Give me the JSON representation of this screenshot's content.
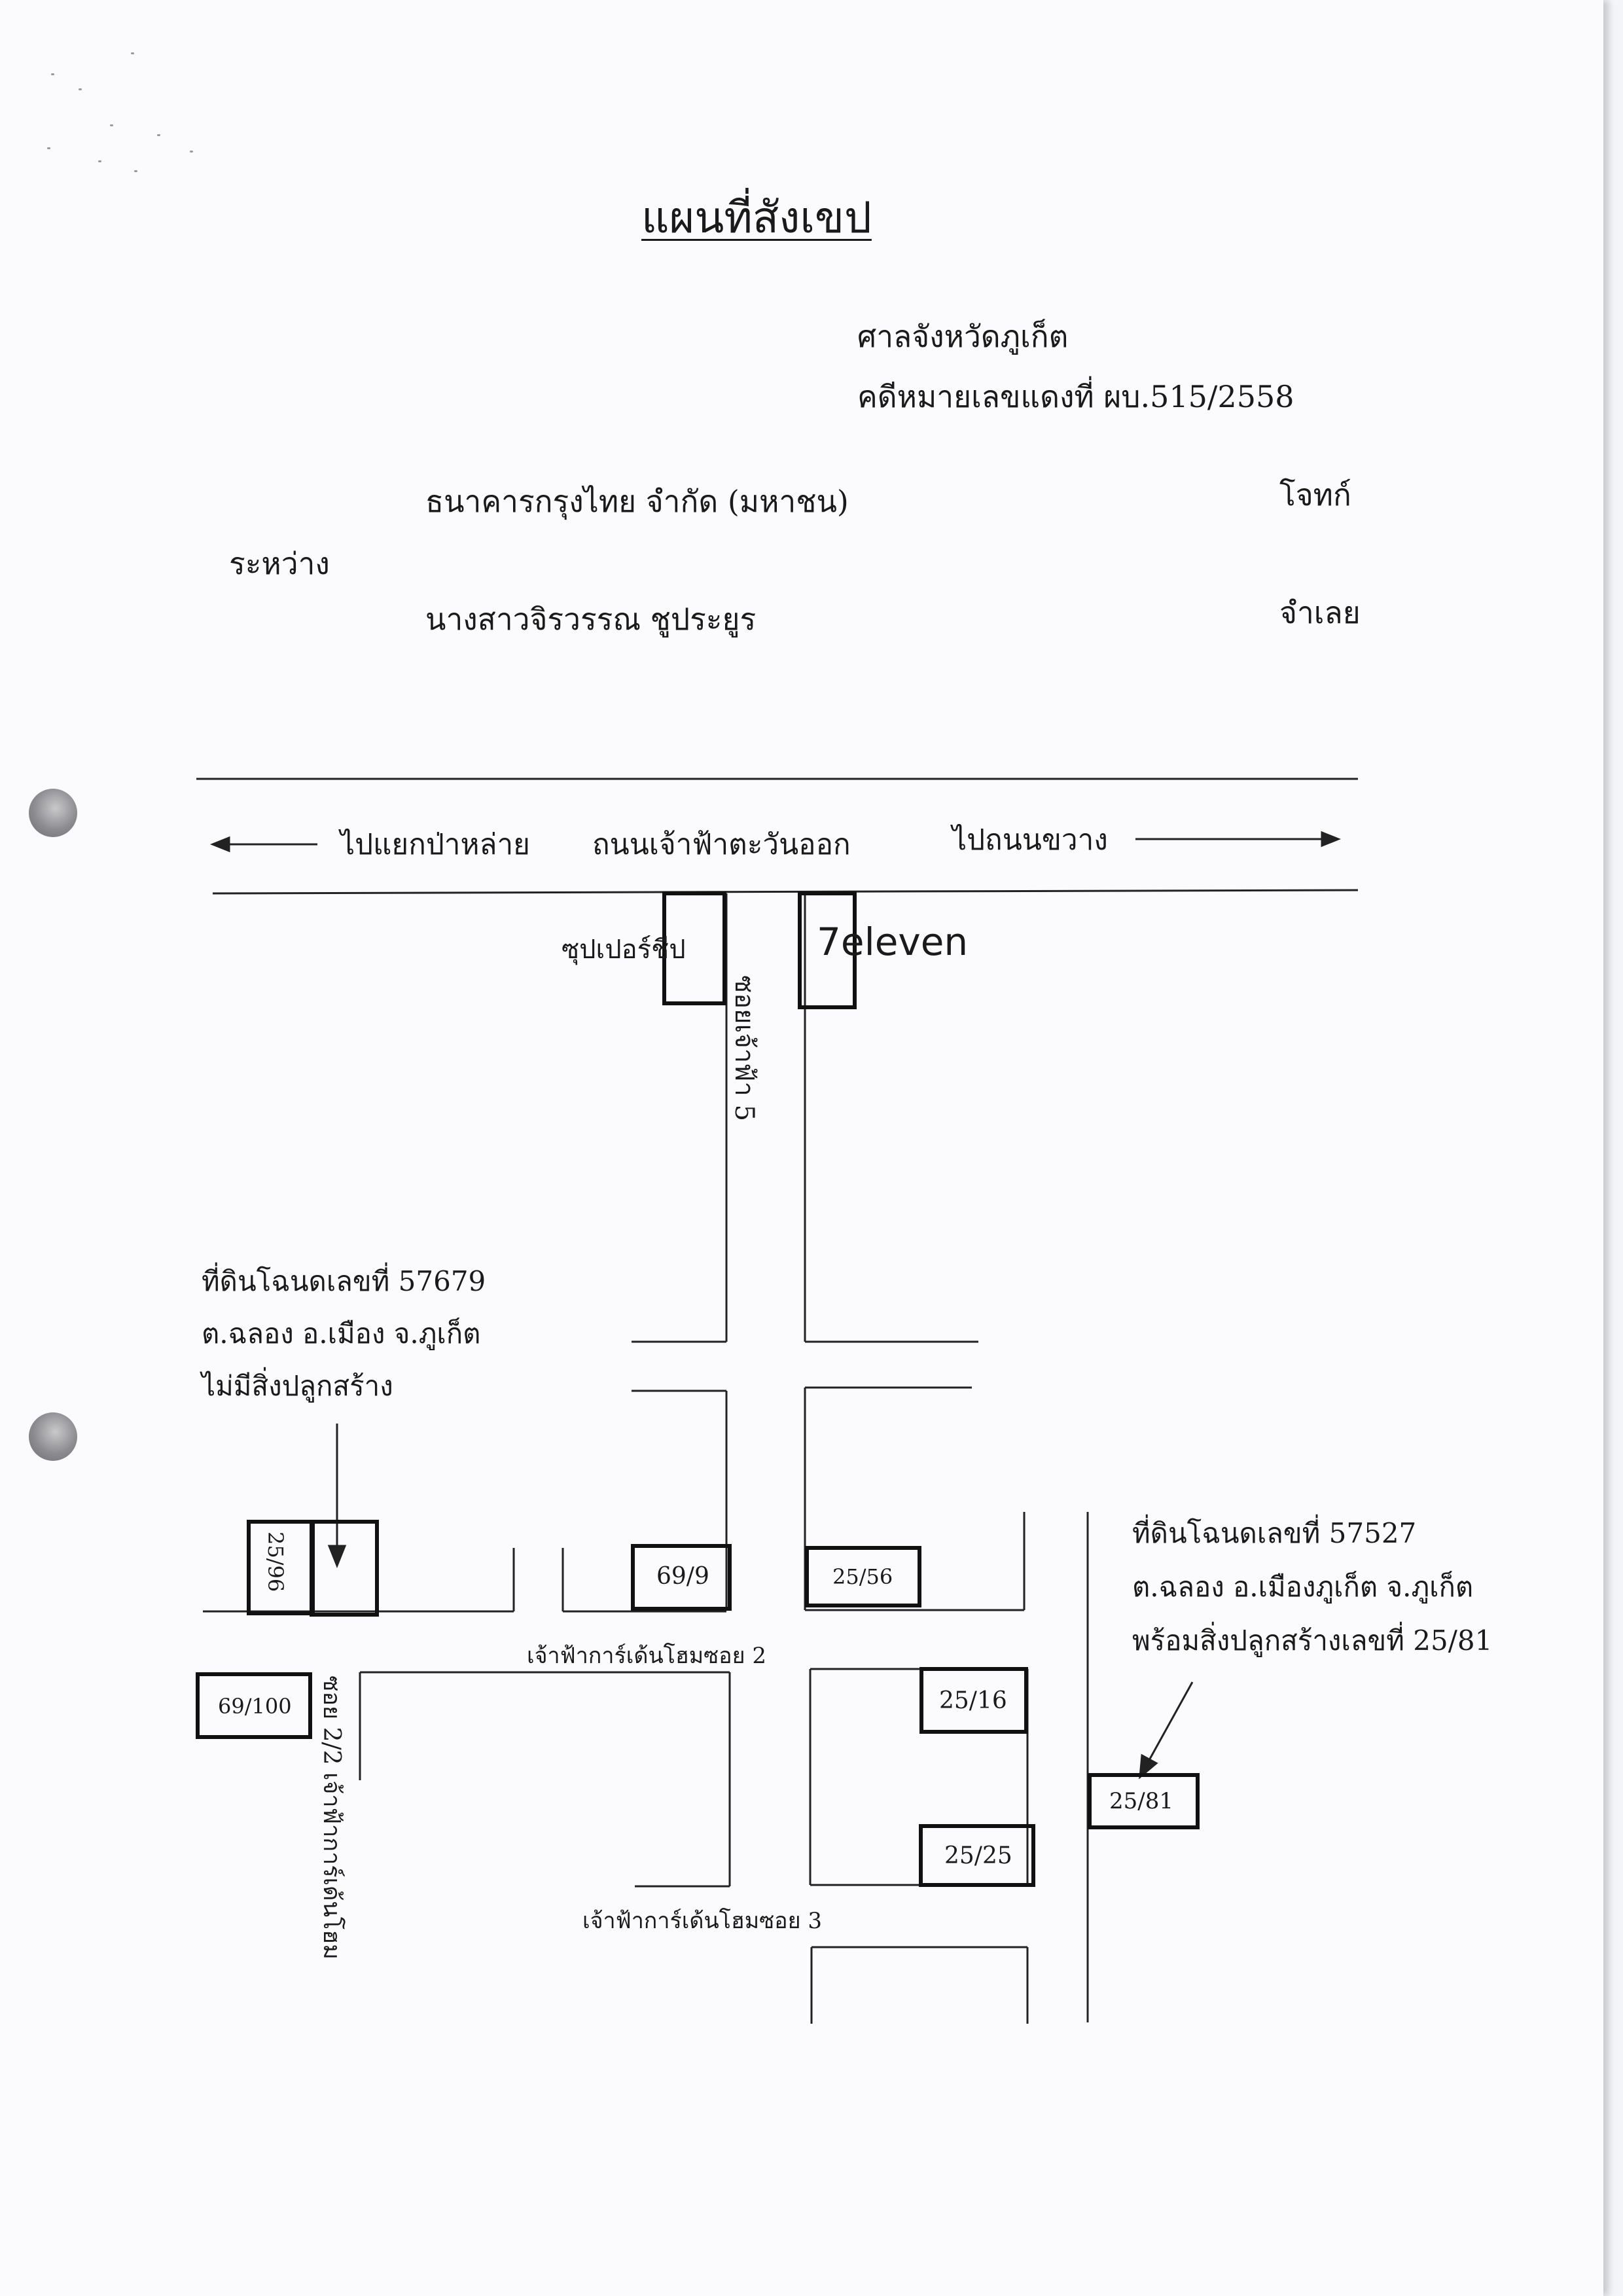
{
  "title": "แผนที่สังเขป",
  "court": "ศาลจังหวัดภูเก็ต",
  "case_number": "คดีหมายเลขแดงที่ ผบ.515/2558",
  "plaintiff": {
    "name": "ธนาคารกรุงไทย จำกัด (มหาชน)",
    "role": "โจทก์"
  },
  "between_label": "ระหว่าง",
  "defendant": {
    "name": "นางสาวจิรวรรณ ชูประยูร",
    "role": "จำเลย"
  },
  "map": {
    "main_road": "ถนนเจ้าฟ้าตะวันออก",
    "left_direction": "ไปแยกป่าหล่าย",
    "right_direction": "ไปถนนขวาง",
    "landmark_left": "ซุปเปอร์ชีป",
    "landmark_right": "7eleven",
    "soi_main": "ซอยเจ้าฟ้า 5",
    "soi_2": "เจ้าฟ้าการ์เด้นโฮมซอย 2",
    "soi_3": "เจ้าฟ้าการ์เด้นโฮมซอย 3",
    "soi_2_2": "ซอย 2/2 เจ้าฟ้าการ์เด้นโฮม",
    "parcel_a": {
      "line1": "ที่ดินโฉนดเลขที่ 57679",
      "line2": "ต.ฉลอง อ.เมือง จ.ภูเก็ต",
      "line3": "ไม่มีสิ่งปลูกสร้าง"
    },
    "parcel_b": {
      "line1": "ที่ดินโฉนดเลขที่ 57527",
      "line2": "ต.ฉลอง อ.เมืองภูเก็ต จ.ภูเก็ต",
      "line3": "พร้อมสิ่งปลูกสร้างเลขที่ 25/81"
    },
    "houses": {
      "h25_96": "25/96",
      "h69_9": "69/9",
      "h25_56": "25/56",
      "h69_100": "69/100",
      "h25_16": "25/16",
      "h25_25": "25/25",
      "h25_81": "25/81"
    }
  }
}
